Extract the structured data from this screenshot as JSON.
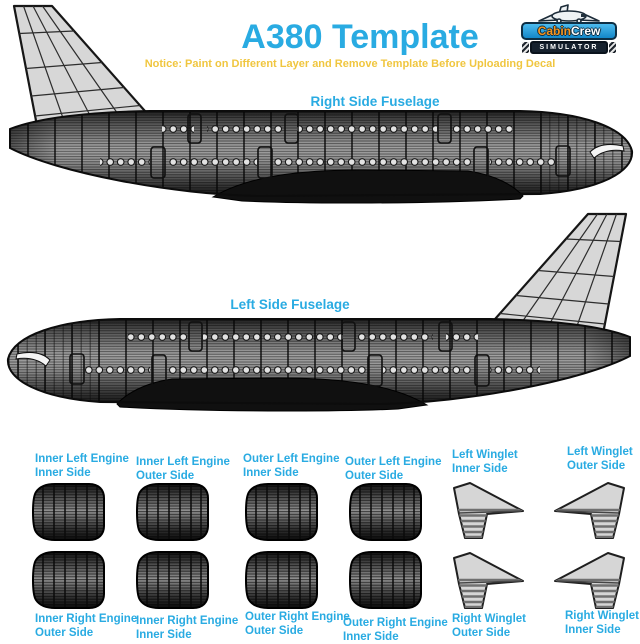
{
  "header": {
    "title": "A380 Template",
    "notice": "Notice: Paint on Different Layer and Remove Template Before Uploading Decal"
  },
  "logo": {
    "name_part1": "Cabin",
    "name_part2": "Crew",
    "subtitle": "SIMULATOR"
  },
  "fuselage": {
    "right_label": "Right Side Fuselage",
    "left_label": "Left Side Fuselage"
  },
  "parts_top_row": [
    {
      "line1": "Inner Left Engine",
      "line2": "Inner Side"
    },
    {
      "line1": "Inner Left Engine",
      "line2": "Outer Side"
    },
    {
      "line1": "Outer Left Engine",
      "line2": "Inner Side"
    },
    {
      "line1": "Outer Left Engine",
      "line2": "Outer Side"
    },
    {
      "line1": "Left Winglet",
      "line2": "Inner Side"
    },
    {
      "line1": "Left Winglet",
      "line2": "Outer Side"
    }
  ],
  "parts_bottom_row": [
    {
      "line1": "Inner Right Engine",
      "line2": "Outer Side"
    },
    {
      "line1": "Inner Right Engine",
      "line2": "Inner Side"
    },
    {
      "line1": "Outer Right Engine",
      "line2": "Outer Side"
    },
    {
      "line1": "Outer Right Engine",
      "line2": "Inner Side"
    },
    {
      "line1": "Right Winglet",
      "line2": "Outer Side"
    },
    {
      "line1": "Right Winglet",
      "line2": "Inner Side"
    }
  ],
  "colors": {
    "accent_blue": "#29ABE2",
    "notice_yellow": "#F0C63F",
    "logo_orange": "#F7941D",
    "template_dark": "#1a1a1a",
    "template_light_gray": "#d7d7d7"
  }
}
